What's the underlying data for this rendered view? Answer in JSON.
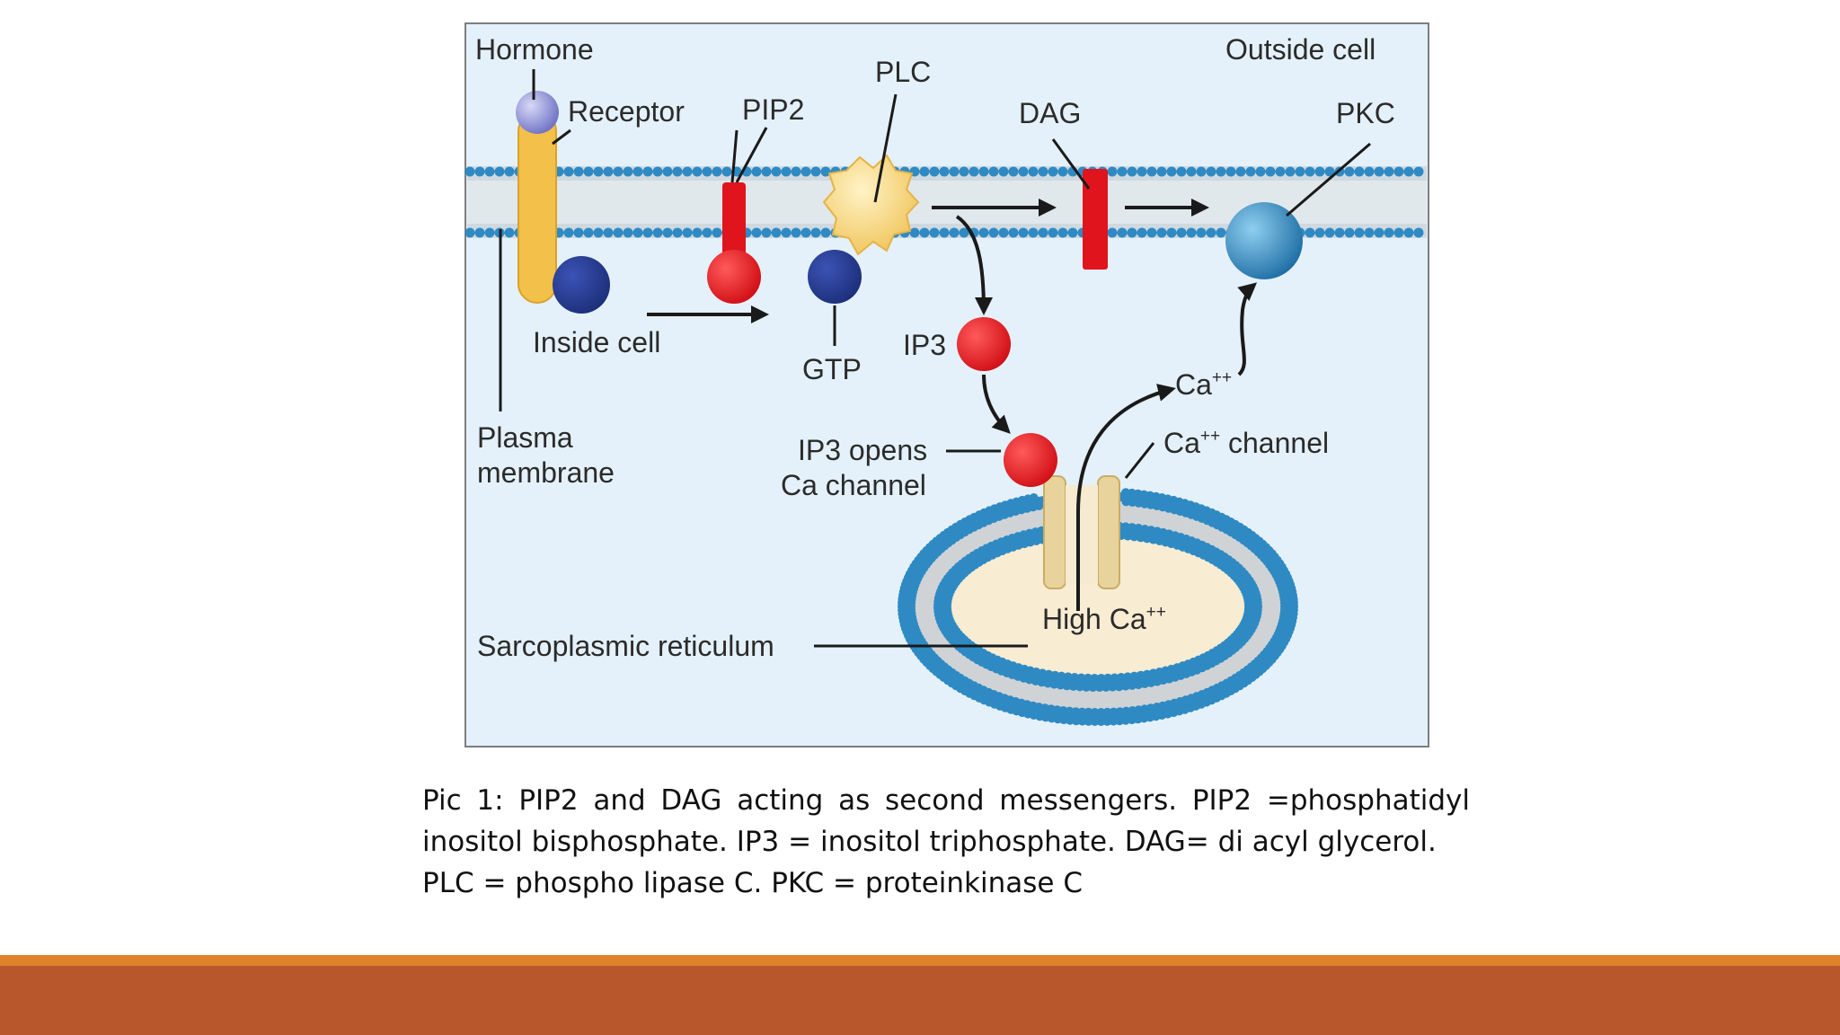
{
  "figure": {
    "labels": {
      "hormone": "Hormone",
      "outside_cell": "Outside cell",
      "receptor": "Receptor",
      "pip2": "PIP2",
      "plc": "PLC",
      "dag": "DAG",
      "pkc": "PKC",
      "inside_cell": "Inside cell",
      "gtp": "GTP",
      "ip3": "IP3",
      "ca": "Ca",
      "ca_sup": "++",
      "ca_channel_pre": "Ca",
      "ca_channel_sup": "++",
      "ca_channel_post": " channel",
      "plasma_line1": "Plasma",
      "plasma_line2": "membrane",
      "ip3_opens_line1": "IP3 opens",
      "ip3_opens_line2": "Ca channel",
      "high_ca": "High Ca",
      "high_ca_sup": "++",
      "sarcoplasmic": "Sarcoplasmic reticulum"
    },
    "colors": {
      "panel_bg": "#e4f1fa",
      "panel_border": "#7d7d7d",
      "lipid_head": "#2f8ac3",
      "lipid_tail": "#c8d2d8",
      "receptor": "#f3c14a",
      "hormone": "#8a8ed6",
      "g_protein": "#243a8c",
      "pip2_red": "#e0141d",
      "plc": "#f6d57c",
      "pkc": "#2886bd",
      "sr_lumen": "#f8ecd2",
      "channel": "#e9d39c"
    }
  },
  "caption": {
    "line1": "Pic 1: PIP2 and DAG acting as second messengers. PIP2 =phosphatidyl",
    "line2": "inositol bisphosphate.  IP3 = inositol triphosphate. DAG= di acyl glycerol.",
    "line3": "PLC = phospho lipase C. PKC = proteinkinase C"
  },
  "footer": {
    "top_stripe_color": "#e0822a",
    "band_color": "#b8562c"
  }
}
